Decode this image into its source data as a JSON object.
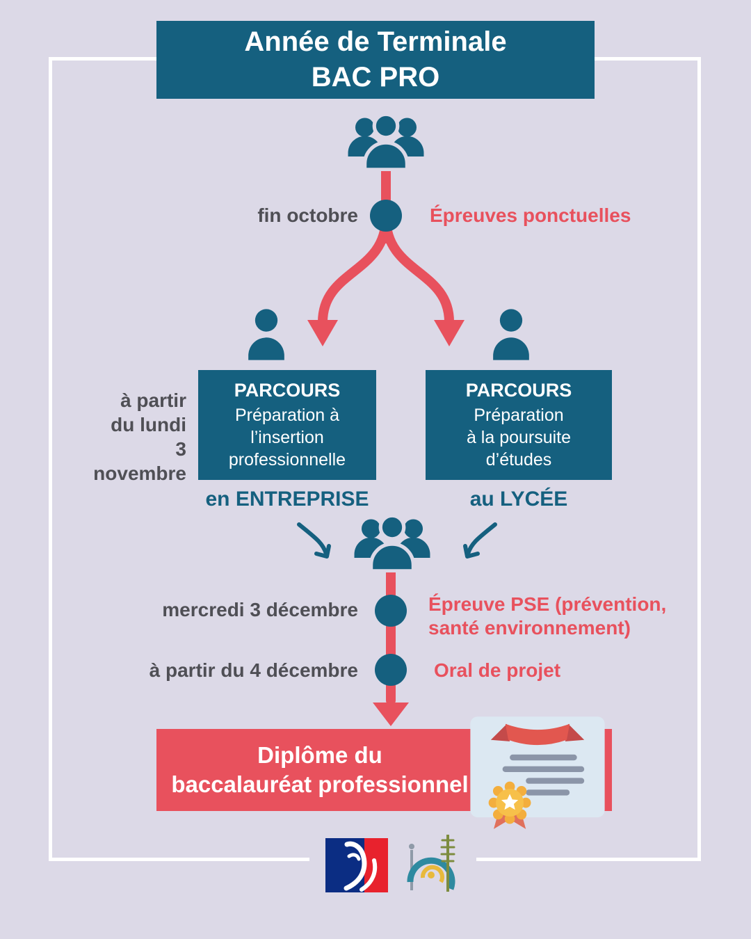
{
  "colors": {
    "background": "#dcd9e7",
    "teal": "#15607f",
    "red": "#e8515d",
    "gray_text": "#4f4f55",
    "white": "#ffffff"
  },
  "header": {
    "line1": "Année de Terminale",
    "line2": "BAC PRO"
  },
  "steps": {
    "step1": {
      "date": "fin octobre",
      "label": "Épreuves ponctuelles"
    },
    "step2": {
      "date": "mercredi 3 décembre",
      "label_line1": "Épreuve PSE (prévention,",
      "label_line2": "santé environnement)"
    },
    "step3": {
      "date": "à partir du 4 décembre",
      "label": "Oral de projet"
    }
  },
  "branch": {
    "date_lines": [
      "à partir",
      "du lundi",
      "3 novembre"
    ],
    "left": {
      "title": "PARCOURS",
      "lines": [
        "Préparation à",
        "l’insertion",
        "professionnelle"
      ],
      "caption": "en ENTREPRISE"
    },
    "right": {
      "title": "PARCOURS",
      "lines": [
        "Préparation",
        "à la poursuite",
        "d’études"
      ],
      "caption": "au LYCÉE"
    }
  },
  "diploma": {
    "line1": "Diplôme du",
    "line2": "baccalauréat professionnel"
  },
  "icons": {
    "students_group": "group-of-people silhouette",
    "student_single": "single-person silhouette",
    "certificate": "diploma with ribbon and gold medal",
    "french_republic_logo": "Marianne tricolor emblem",
    "new_caledonia_logo": "nautilus shell and column pine emblem"
  }
}
